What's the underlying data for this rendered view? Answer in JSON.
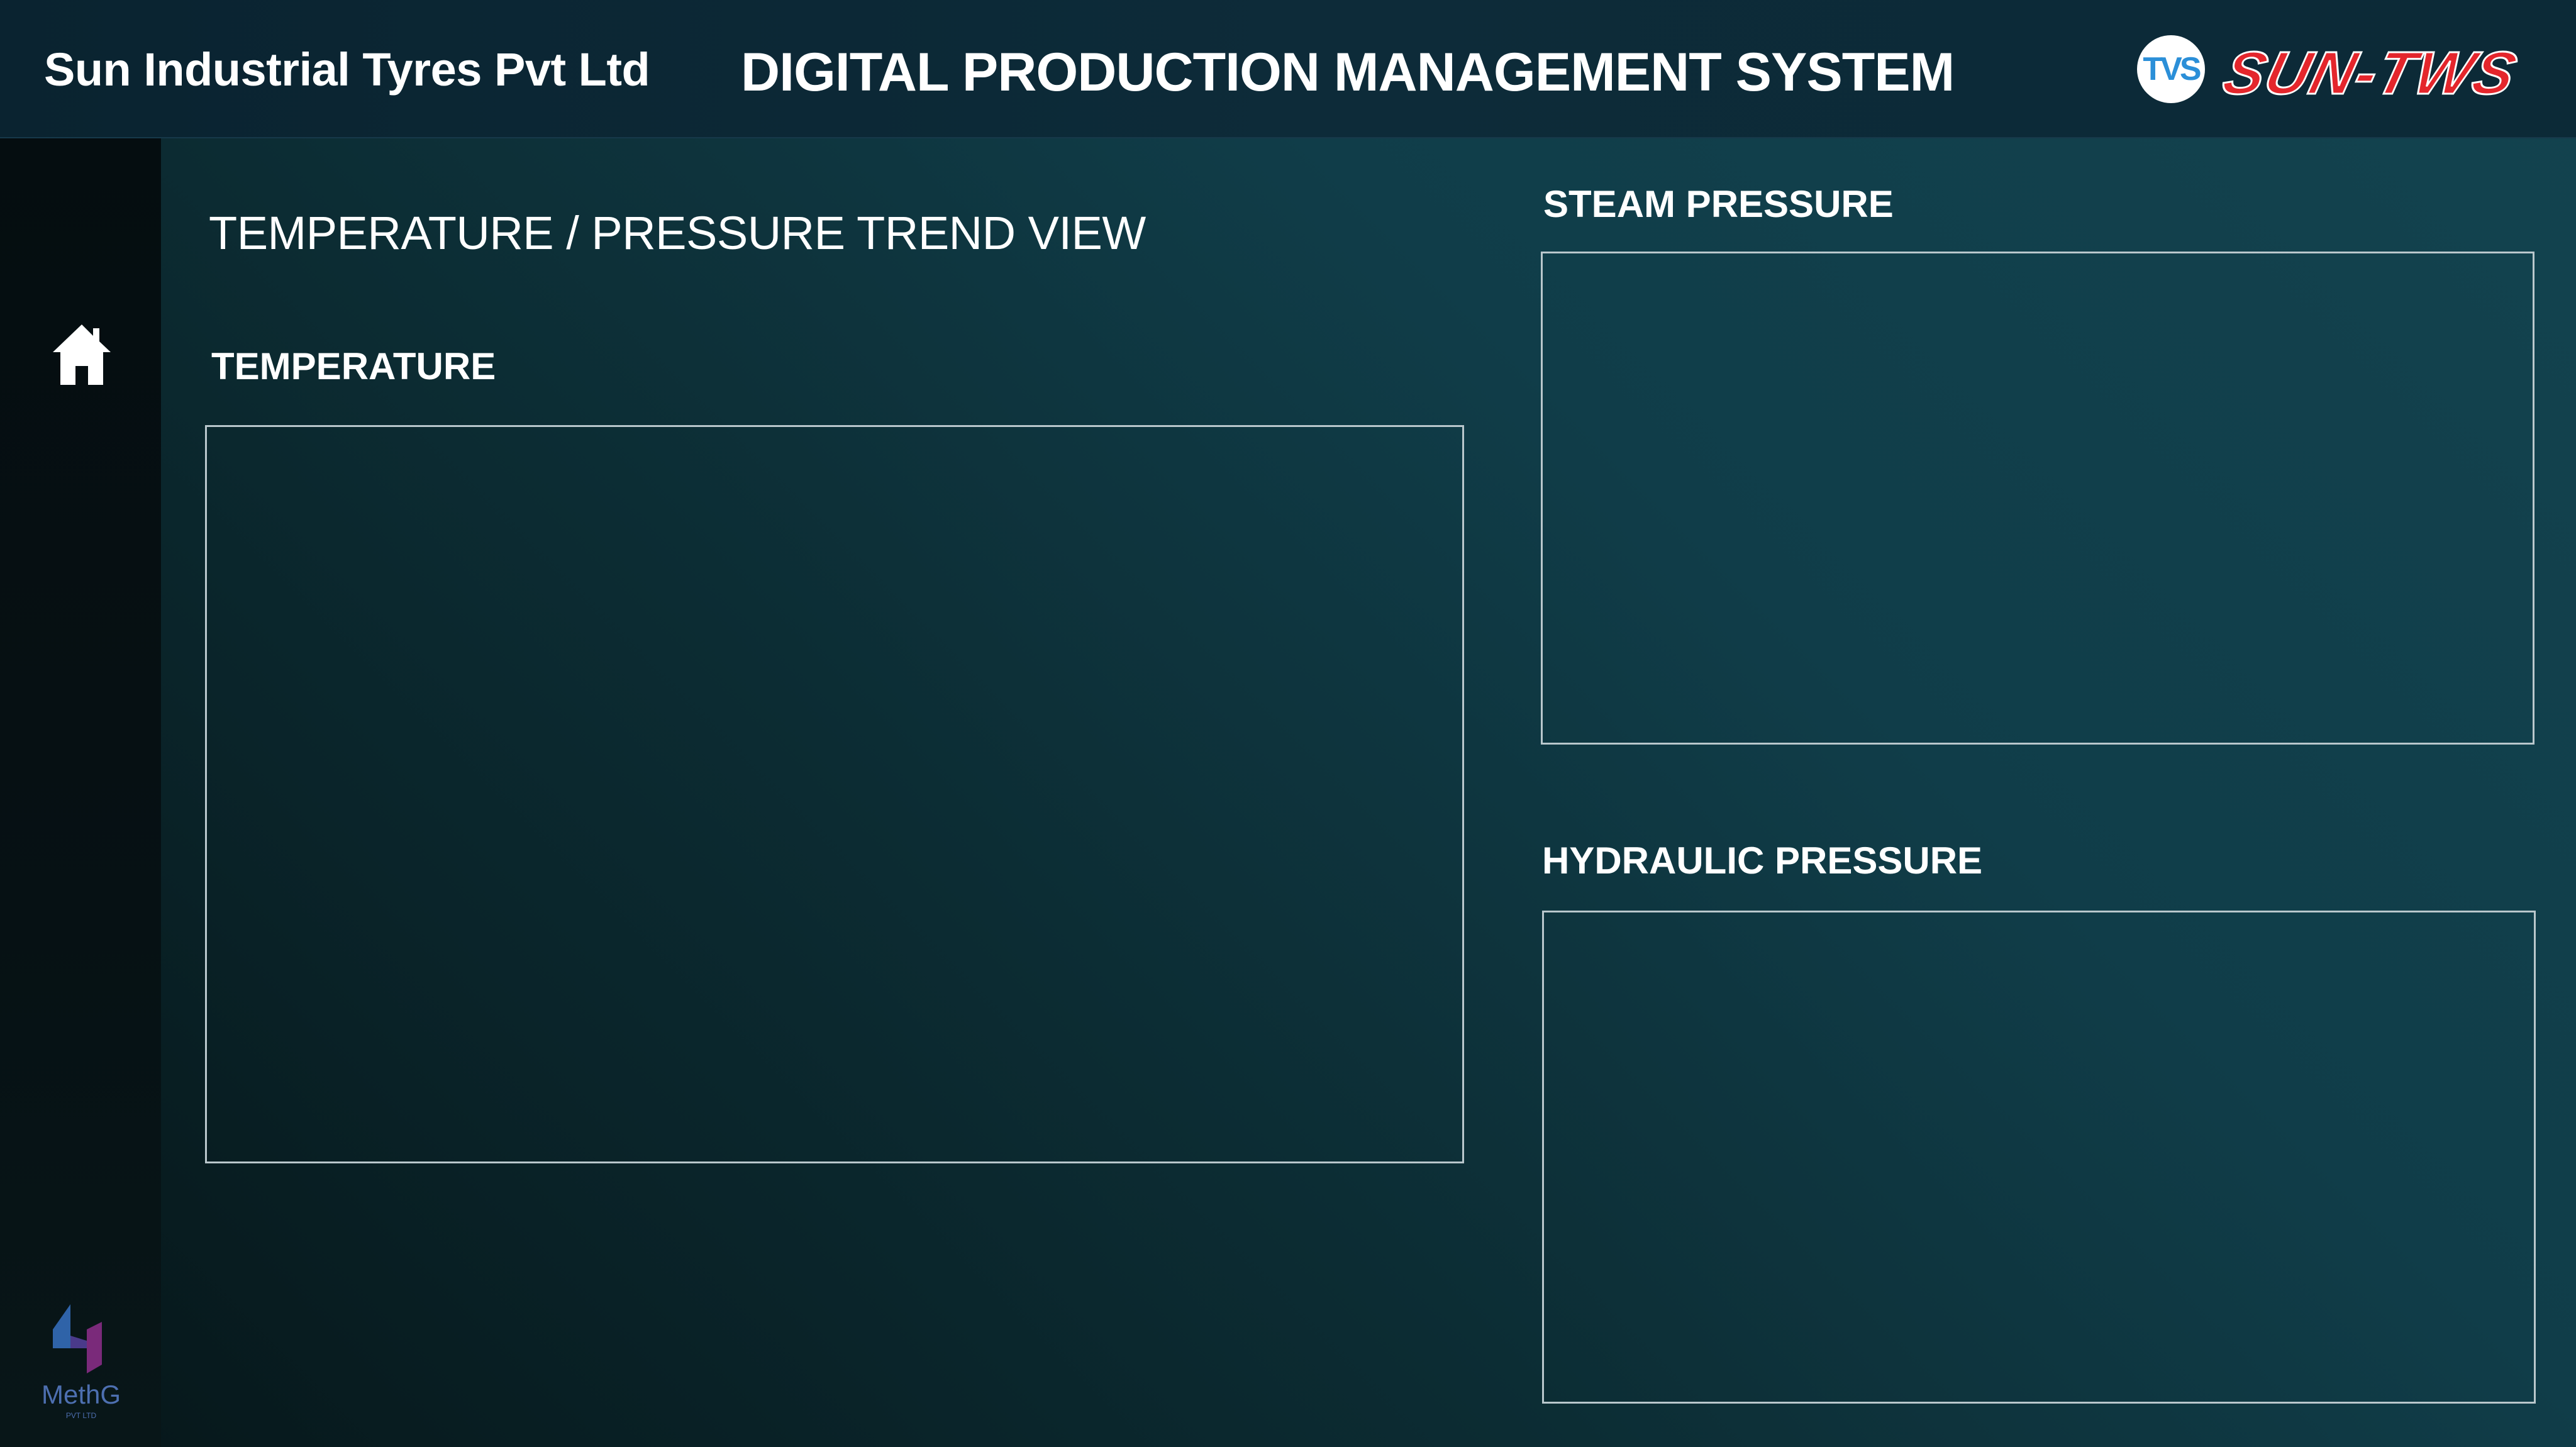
{
  "header": {
    "company": "Sun Industrial Tyres Pvt Ltd",
    "title": "DIGITAL PRODUCTION MANAGEMENT SYSTEM",
    "badge_text": "TVS",
    "brand_text": "SUN-TWS",
    "brand_color": "#e4262c",
    "badge_color": "#2b8fd8"
  },
  "sidebar": {
    "home_icon": "home-icon",
    "vendor_logo_text": "MethG",
    "vendor_logo_subtext": "PVT LTD"
  },
  "main": {
    "page_title": "TEMPERATURE / PRESSURE TREND VIEW",
    "panels": [
      {
        "label": "TEMPERATURE"
      },
      {
        "label": "STEAM PRESSURE"
      },
      {
        "label": "HYDRAULIC PRESSURE"
      }
    ]
  },
  "colors": {
    "background_light": "#13434f",
    "background_dark": "#061619",
    "panel_border": "#b9c7cc"
  }
}
